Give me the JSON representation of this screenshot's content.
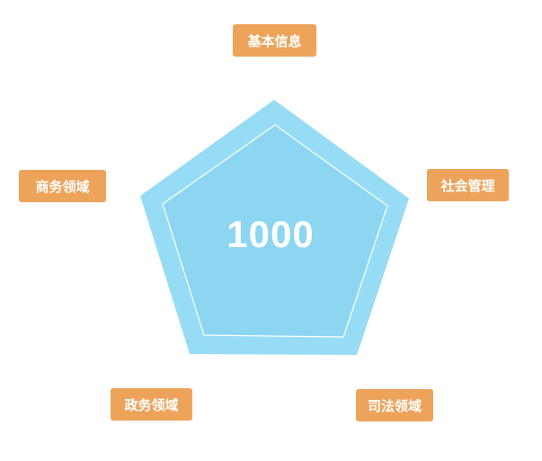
{
  "colors": {
    "label_bg": "#eda35a",
    "pentagon_outer": "#97dcf5",
    "pentagon_inner": "#8dd6f1",
    "inner_stroke": "#ffffff",
    "score_text": "#ffffff"
  },
  "radar": {
    "score": "1000",
    "labels": {
      "basic_info": "基本信息",
      "social_management": "社会管理",
      "business_field": "商务领域",
      "government_field": "政务领域",
      "judicial_field": "司法领域"
    }
  }
}
